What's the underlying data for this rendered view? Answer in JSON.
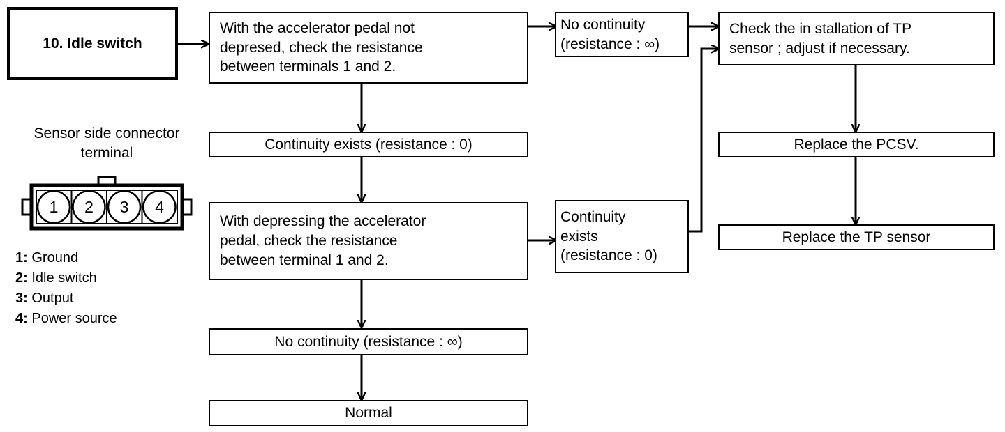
{
  "diagram": {
    "title_box": {
      "label": "10. Idle switch"
    },
    "connector_caption": "Sensor side connector\nterminal",
    "connector": {
      "pins": [
        "1",
        "2",
        "3",
        "4"
      ],
      "legend": [
        {
          "num": "1:",
          "label": "Ground"
        },
        {
          "num": "2:",
          "label": "Idle switch"
        },
        {
          "num": "3:",
          "label": "Output"
        },
        {
          "num": "4:",
          "label": "Power source"
        }
      ]
    },
    "nodes": {
      "check_not_depressed": "With the accelerator pedal not\ndepresed, check the resistance\nbetween terminals 1 and 2.",
      "no_continuity_top": "No continuity\n(resistance : ∞)",
      "check_tp_installation": "Check the in stallation of TP\nsensor ; adjust if necessary.",
      "continuity_exists_mid": "Continuity exists (resistance : 0)",
      "replace_pcsv": "Replace the PCSV.",
      "check_depressing": "With depressing the accelerator\npedal, check the resistance\nbetween terminal 1 and 2.",
      "continuity_exists_right": "Continuity\nexists\n(resistance : 0)",
      "replace_tp_sensor": "Replace the TP sensor",
      "no_continuity_bottom": "No continuity (resistance : ∞)",
      "normal": "Normal"
    }
  },
  "colors": {
    "line": "#000000",
    "background": "#ffffff"
  }
}
